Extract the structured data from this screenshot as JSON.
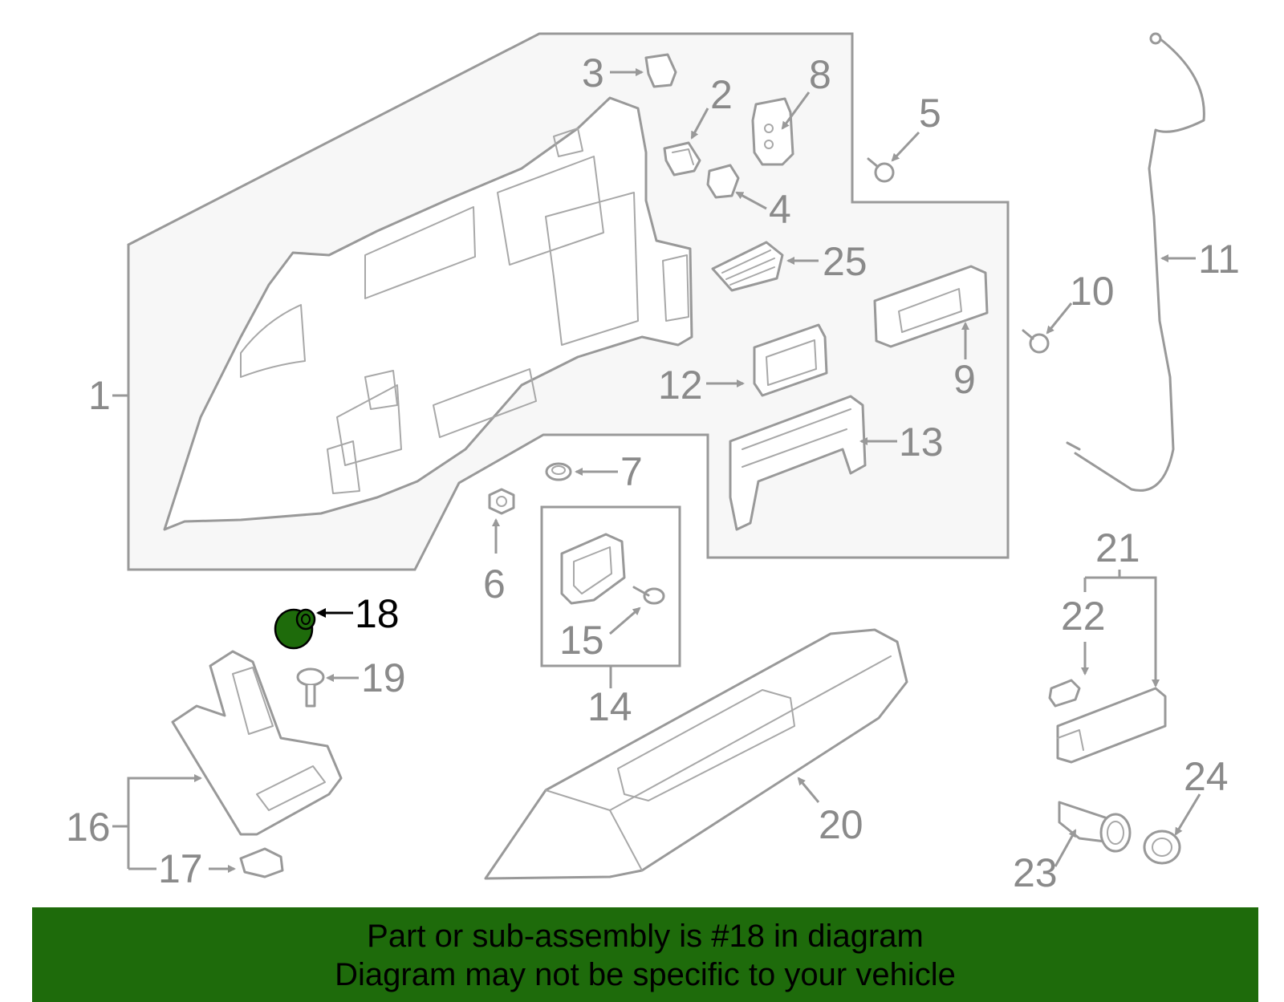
{
  "diagram": {
    "callouts": [
      "1",
      "2",
      "3",
      "4",
      "5",
      "6",
      "7",
      "8",
      "9",
      "10",
      "11",
      "12",
      "13",
      "14",
      "15",
      "16",
      "17",
      "18",
      "19",
      "20",
      "21",
      "22",
      "23",
      "24",
      "25"
    ],
    "highlighted_callout": "18",
    "highlight_color": "#1e6b0b",
    "line_color": "#999999",
    "panel_fill": "#f7f7f7"
  },
  "banner": {
    "line1": "Part or sub-assembly is #18 in diagram",
    "line2": "Diagram may not be specific to your vehicle",
    "background": "#1e6b0b"
  }
}
